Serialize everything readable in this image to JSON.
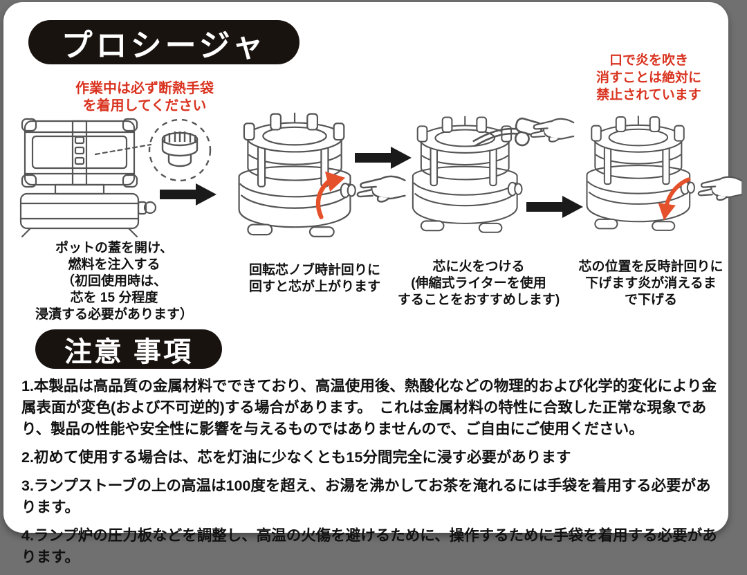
{
  "colors": {
    "page_frame": "#707070",
    "card_bg": "#ffffff",
    "pill_bg": "#191310",
    "pill_text": "#ffffff",
    "warning_red": "#d9331f",
    "body_text": "#111111",
    "line_art_gray": "#555555",
    "red_arrow": "#e4512b",
    "black_arrow": "#1a1a1a"
  },
  "headers": {
    "procedure": "プロシージャ",
    "caution": "注意 事項"
  },
  "warnings": {
    "gloves": "作業中は必ず断熱手袋\nを着用してください",
    "no_blow_out": "口で炎を吹き\n消すことは絶対に\n禁止されています"
  },
  "steps": [
    {
      "id": 1,
      "caption": "ポットの蓋を開け、\n燃料を注入する\n（初回使用時は、\n芯を 15 分程度\n浸漬する必要があります）",
      "illustration": "stove-side-view-with-fuel-cap-detail"
    },
    {
      "id": 2,
      "caption": "回転芯ノブ時計回りに\n回すと芯が上がります",
      "illustration": "hand-turning-wick-knob-clockwise-red-arrow-up"
    },
    {
      "id": 3,
      "caption": "芯に火をつける\n(伸縮式ライターを使用\nすることをおすすめします)",
      "illustration": "lighting-wick-with-extendable-lighter"
    },
    {
      "id": 4,
      "caption": "芯の位置を反時計回りに\n下げます炎が消えるま\nで下げる",
      "illustration": "hand-turning-wick-knob-counterclockwise-red-arrow-down"
    }
  ],
  "notes": [
    "1.本製品は高品質の金属材料でできており、高温使用後、熱酸化などの物理的および化学的変化により金属表面が変色(および不可逆的)する場合があります。　これは金属材料の特性に合致した正常な現象であり、製品の性能や安全性に影響を与えるものではありませんので、ご自由にご使用ください。",
    "2.初めて使用する場合は、芯を灯油に少なくとも15分間完全に浸す必要があります",
    "3.ランプストーブの上の高温は100度を超え、お湯を沸かしてお茶を淹れるには手袋を着用する必要があります。",
    "4.ランプ炉の圧力板などを調整し、高温の火傷を避けるために、操作するために手袋を着用する必要があります。"
  ]
}
